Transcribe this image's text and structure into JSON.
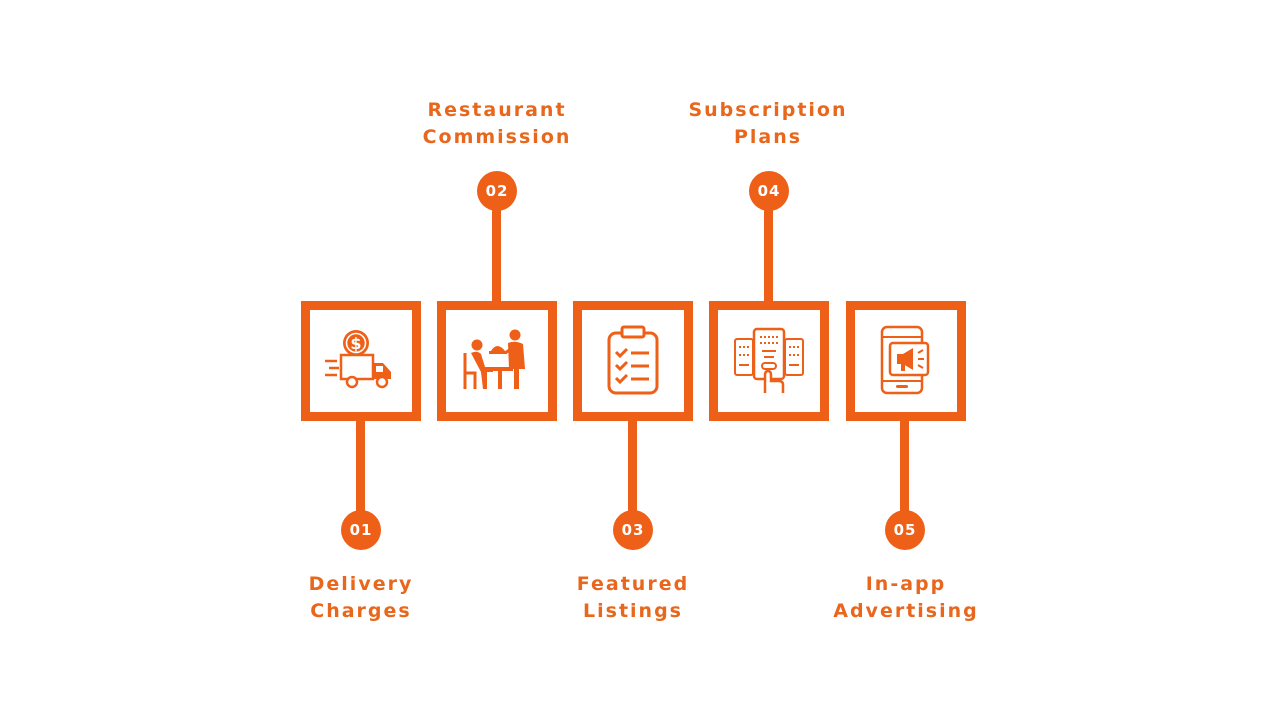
{
  "colors": {
    "accent": "#ee5f17",
    "text": "#e8671c",
    "background": "#ffffff"
  },
  "steps": [
    {
      "number": "01",
      "line1": "Delivery",
      "line2": "Charges",
      "icon": "delivery-truck-money-icon"
    },
    {
      "number": "02",
      "line1": "Restaurant",
      "line2": "Commission",
      "icon": "restaurant-waiter-icon"
    },
    {
      "number": "03",
      "line1": "Featured",
      "line2": "Listings",
      "icon": "clipboard-checklist-icon"
    },
    {
      "number": "04",
      "line1": "Subscription",
      "line2": "Plans",
      "icon": "pricing-plans-icon"
    },
    {
      "number": "05",
      "line1": "In-app",
      "line2": "Advertising",
      "icon": "mobile-advertising-icon"
    }
  ]
}
